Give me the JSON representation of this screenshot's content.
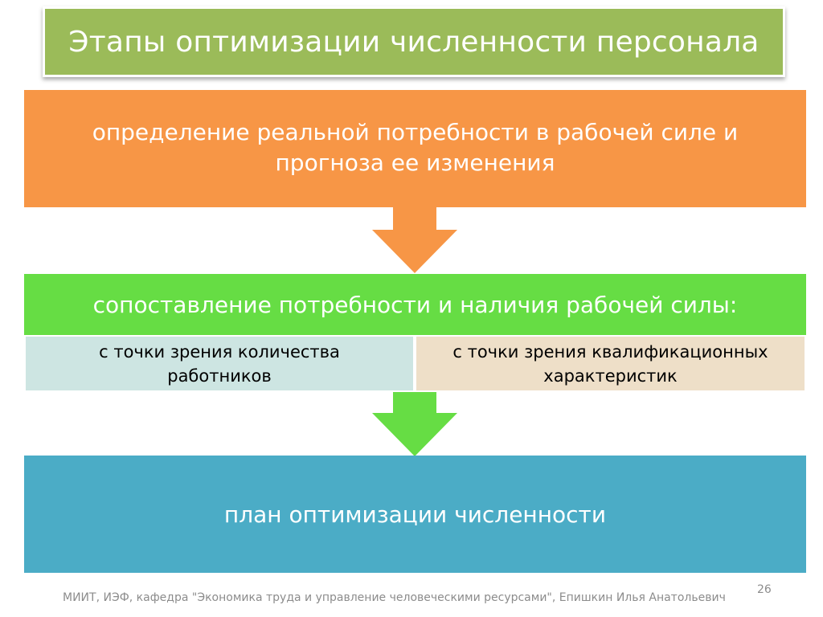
{
  "title": "Этапы оптимизации численности персонала",
  "steps": {
    "step1": "определение реальной потребности в рабочей силе  и\nпрогноза ее изменения",
    "step2": "сопоставление потребности и наличия рабочей силы:",
    "step2_sub_left": "с точки зрения количества\nработников",
    "step2_sub_right": "с точки зрения квалификационных\nхарактеристик",
    "step3": "план оптимизации численности"
  },
  "colors": {
    "title_bg": "#9bbb59",
    "step1_bg": "#f79646",
    "step2_bg": "#66dd44",
    "sub_left_bg": "#cde5e2",
    "sub_right_bg": "#eedfc8",
    "step3_bg": "#4bacc6"
  },
  "footer": {
    "text": "МИИТ, ИЭФ, кафедра \"Экономика труда и управление человеческими ресурсами\", Епишкин Илья Анатольевич",
    "page_number": "26"
  }
}
